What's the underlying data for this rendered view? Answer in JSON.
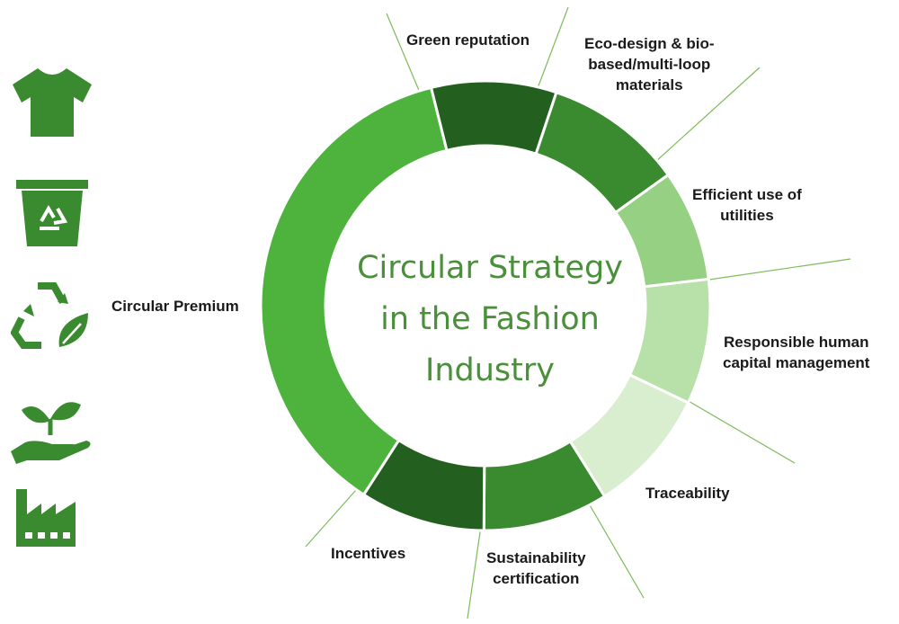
{
  "title_lines": [
    "Circular Strategy",
    "in the Fashion",
    "Industry"
  ],
  "segments": [
    {
      "label": "Green reputation",
      "value": 9,
      "color": "#235f1f"
    },
    {
      "label": "Eco-design & bio-based/multi-loop materials",
      "value": 10,
      "color": "#3a8a2f"
    },
    {
      "label": "Efficient use of utilities",
      "value": 8,
      "color": "#96d082"
    },
    {
      "label": "Responsible human capital management",
      "value": 9,
      "color": "#b8e0a9"
    },
    {
      "label": "Traceability",
      "value": 9,
      "color": "#d8eecf"
    },
    {
      "label": "Sustainability certification",
      "value": 9,
      "color": "#3a8a2f"
    },
    {
      "label": "Incentives",
      "value": 9,
      "color": "#235f1f"
    },
    {
      "label": "Circular Premium",
      "value": 37,
      "color": "#4db33d"
    }
  ],
  "labels": {
    "green_reputation": "Green reputation",
    "eco_design_1": "Eco-design & bio-",
    "eco_design_2": "based/multi-loop",
    "eco_design_3": "materials",
    "efficient_1": "Efficient use of",
    "efficient_2": "utilities",
    "responsible_1": "Responsible human",
    "responsible_2": "capital management",
    "traceability": "Traceability",
    "sustainability_1": "Sustainability",
    "sustainability_2": "certification",
    "incentives": "Incentives",
    "circular_premium": "Circular Premium"
  },
  "icons": [
    {
      "name": "t-shirt-icon",
      "color": "#3a8a2f"
    },
    {
      "name": "recycle-bin-icon",
      "color": "#3a8a2f"
    },
    {
      "name": "recycle-leaf-icon",
      "color": "#3a8a2f"
    },
    {
      "name": "hand-sprout-icon",
      "color": "#3a8a2f"
    },
    {
      "name": "factory-icon",
      "color": "#3a8a2f"
    }
  ]
}
